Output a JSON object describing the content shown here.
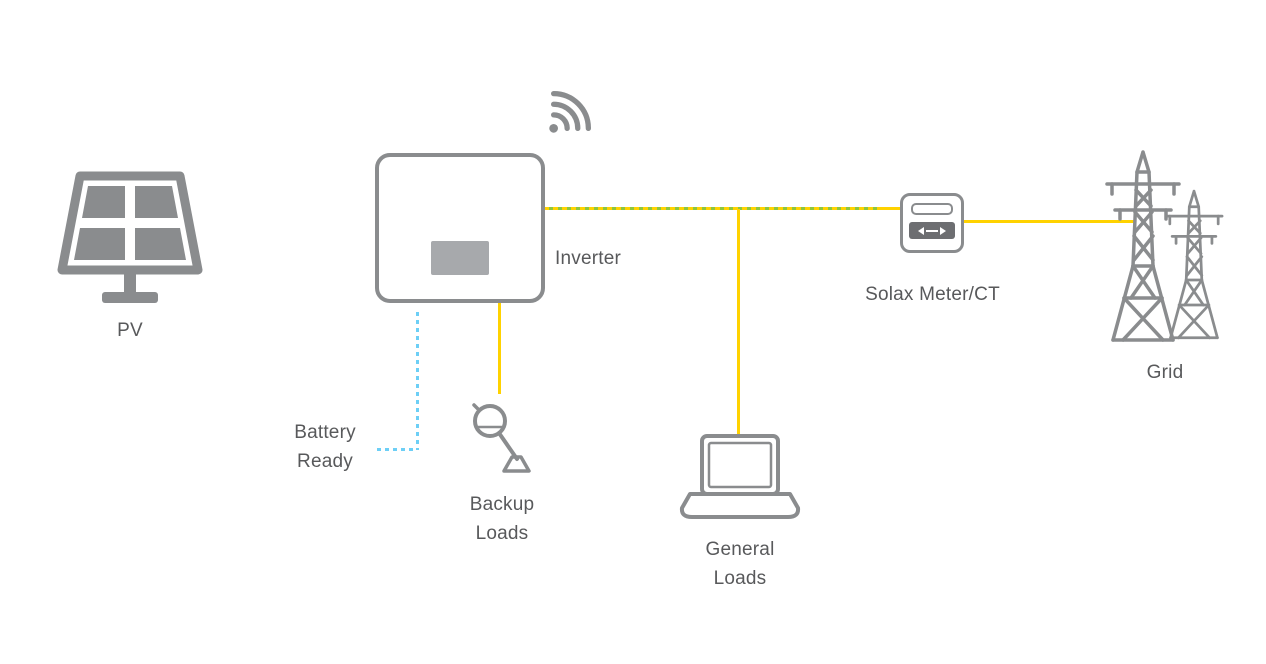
{
  "colors": {
    "icon_gray": "#8a8c8e",
    "text_gray": "#58595b",
    "line_yellow": "#ffd200",
    "line_green": "#8dc63f",
    "line_blue": "#6dcff6"
  },
  "nodes": {
    "pv": {
      "label": "PV"
    },
    "inverter": {
      "label": "Inverter"
    },
    "meter": {
      "label": "Solax Meter/CT"
    },
    "grid": {
      "label": "Grid"
    },
    "battery": {
      "label_line1": "Battery",
      "label_line2": "Ready"
    },
    "backup": {
      "label_line1": "Backup",
      "label_line2": "Loads"
    },
    "general": {
      "label_line1": "General",
      "label_line2": "Loads"
    }
  },
  "icons": {
    "pv": "solar-panel-icon",
    "wifi": "wifi-icon",
    "inverter": "inverter-box",
    "meter": "energy-meter-icon",
    "grid": "transmission-towers-icon",
    "backup": "work-lamp-icon",
    "general": "laptop-icon"
  },
  "connections": [
    {
      "from": "inverter",
      "to": "meter",
      "style": "yellow-solid-with-green-dashed-overlay"
    },
    {
      "from": "meter",
      "to": "grid",
      "style": "yellow-solid"
    },
    {
      "from": "inverter-meter-line",
      "to": "general-loads",
      "style": "yellow-solid"
    },
    {
      "from": "inverter",
      "to": "backup-loads",
      "style": "yellow-solid"
    },
    {
      "from": "inverter",
      "to": "battery-ready",
      "style": "blue-dotted"
    }
  ]
}
